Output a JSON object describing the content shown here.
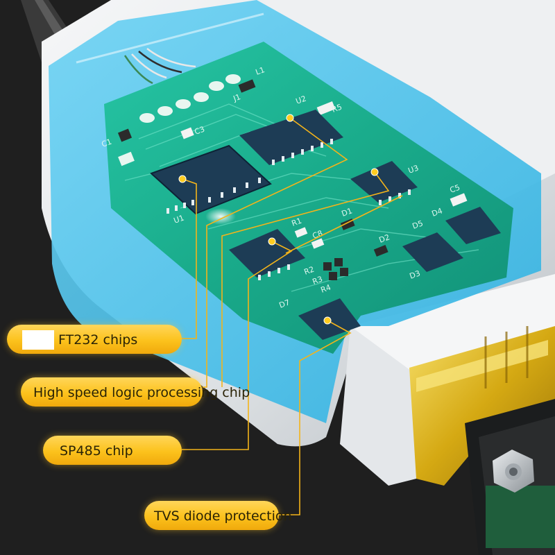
{
  "callouts": [
    {
      "id": "ft232",
      "label": "FT232 chips"
    },
    {
      "id": "logic",
      "label": "High speed logic processing chip"
    },
    {
      "id": "sp485",
      "label": "SP485 chip"
    },
    {
      "id": "tvs",
      "label": "TVS diode protection"
    }
  ],
  "pcb_labels": {
    "l1": "L1",
    "j1": "J1",
    "u2": "U2",
    "r5": "R5",
    "c3": "C3",
    "c1": "C1",
    "u3": "U3",
    "c5": "C5",
    "u1": "U1",
    "r1": "R1",
    "c8": "C8",
    "d1": "D1",
    "d2": "D2",
    "d5": "D5",
    "d4": "D4",
    "r2": "R2",
    "r3": "R3",
    "r4": "R4",
    "d7": "D7",
    "d3": "D3"
  },
  "colors": {
    "accent": "#fcc21c",
    "pcb": "#18b58a",
    "shell": "#e9ecef",
    "glass": "#49c7ef",
    "connector": "#d8b21a",
    "background": "#1e1e1e"
  }
}
